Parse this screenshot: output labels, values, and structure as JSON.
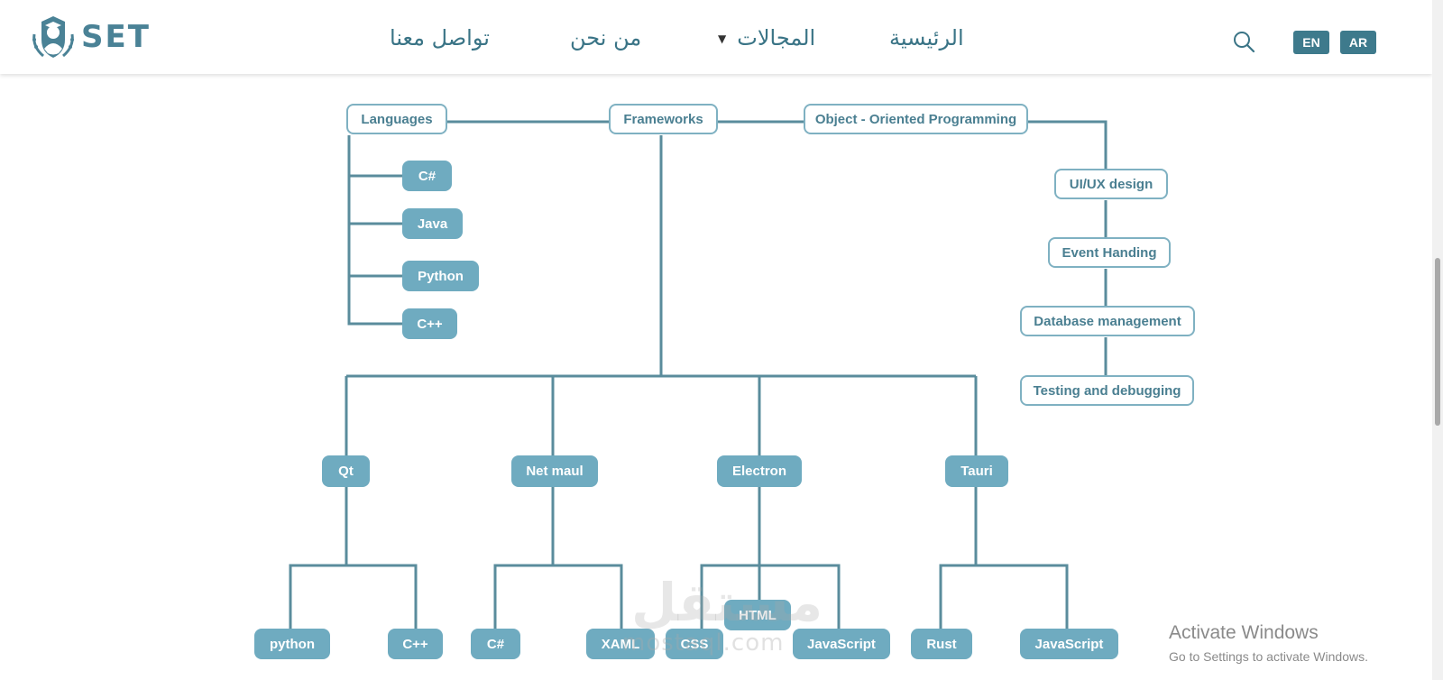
{
  "header": {
    "logo_text": "SET",
    "nav": {
      "home": "الرئيسية",
      "fields": "المجالات",
      "about": "من نحن",
      "contact": "تواصل معنا"
    },
    "lang": {
      "en": "EN",
      "ar": "AR"
    },
    "icons": {
      "search": "search-icon",
      "dropdown": "caret-down-icon",
      "logo": "graduate-laurel-emblem"
    }
  },
  "tree": {
    "top": {
      "languages": "Languages",
      "frameworks": "Frameworks",
      "oop": "Object - Oriented Programming"
    },
    "languages": {
      "csharp": "C#",
      "java": "Java",
      "python": "Python",
      "cpp": "C++"
    },
    "oop": {
      "uiux": "UI/UX design",
      "event": "Event Handing",
      "db": "Database management",
      "testing": "Testing and debugging"
    },
    "frameworks": {
      "qt": "Qt",
      "netmaui": "Net maul",
      "electron": "Electron",
      "tauri": "Tauri"
    },
    "qt_children": {
      "python": "python",
      "cpp": "C++"
    },
    "netmaui_children": {
      "csharp": "C#",
      "xaml": "XAML"
    },
    "electron_children": {
      "html": "HTML",
      "css": "CSS",
      "javascript": "JavaScript"
    },
    "tauri_children": {
      "rust": "Rust",
      "javascript": "JavaScript"
    }
  },
  "watermark": {
    "arabic": "مستقل",
    "latin": "mostaql.com"
  },
  "os_notice": {
    "title": "Activate Windows",
    "subtitle": "Go to Settings to activate Windows."
  },
  "colors": {
    "accent": "#3e7a8c",
    "node_fill": "#6fabc0",
    "node_border": "#7fb1c2",
    "line": "#5a8c9c"
  }
}
